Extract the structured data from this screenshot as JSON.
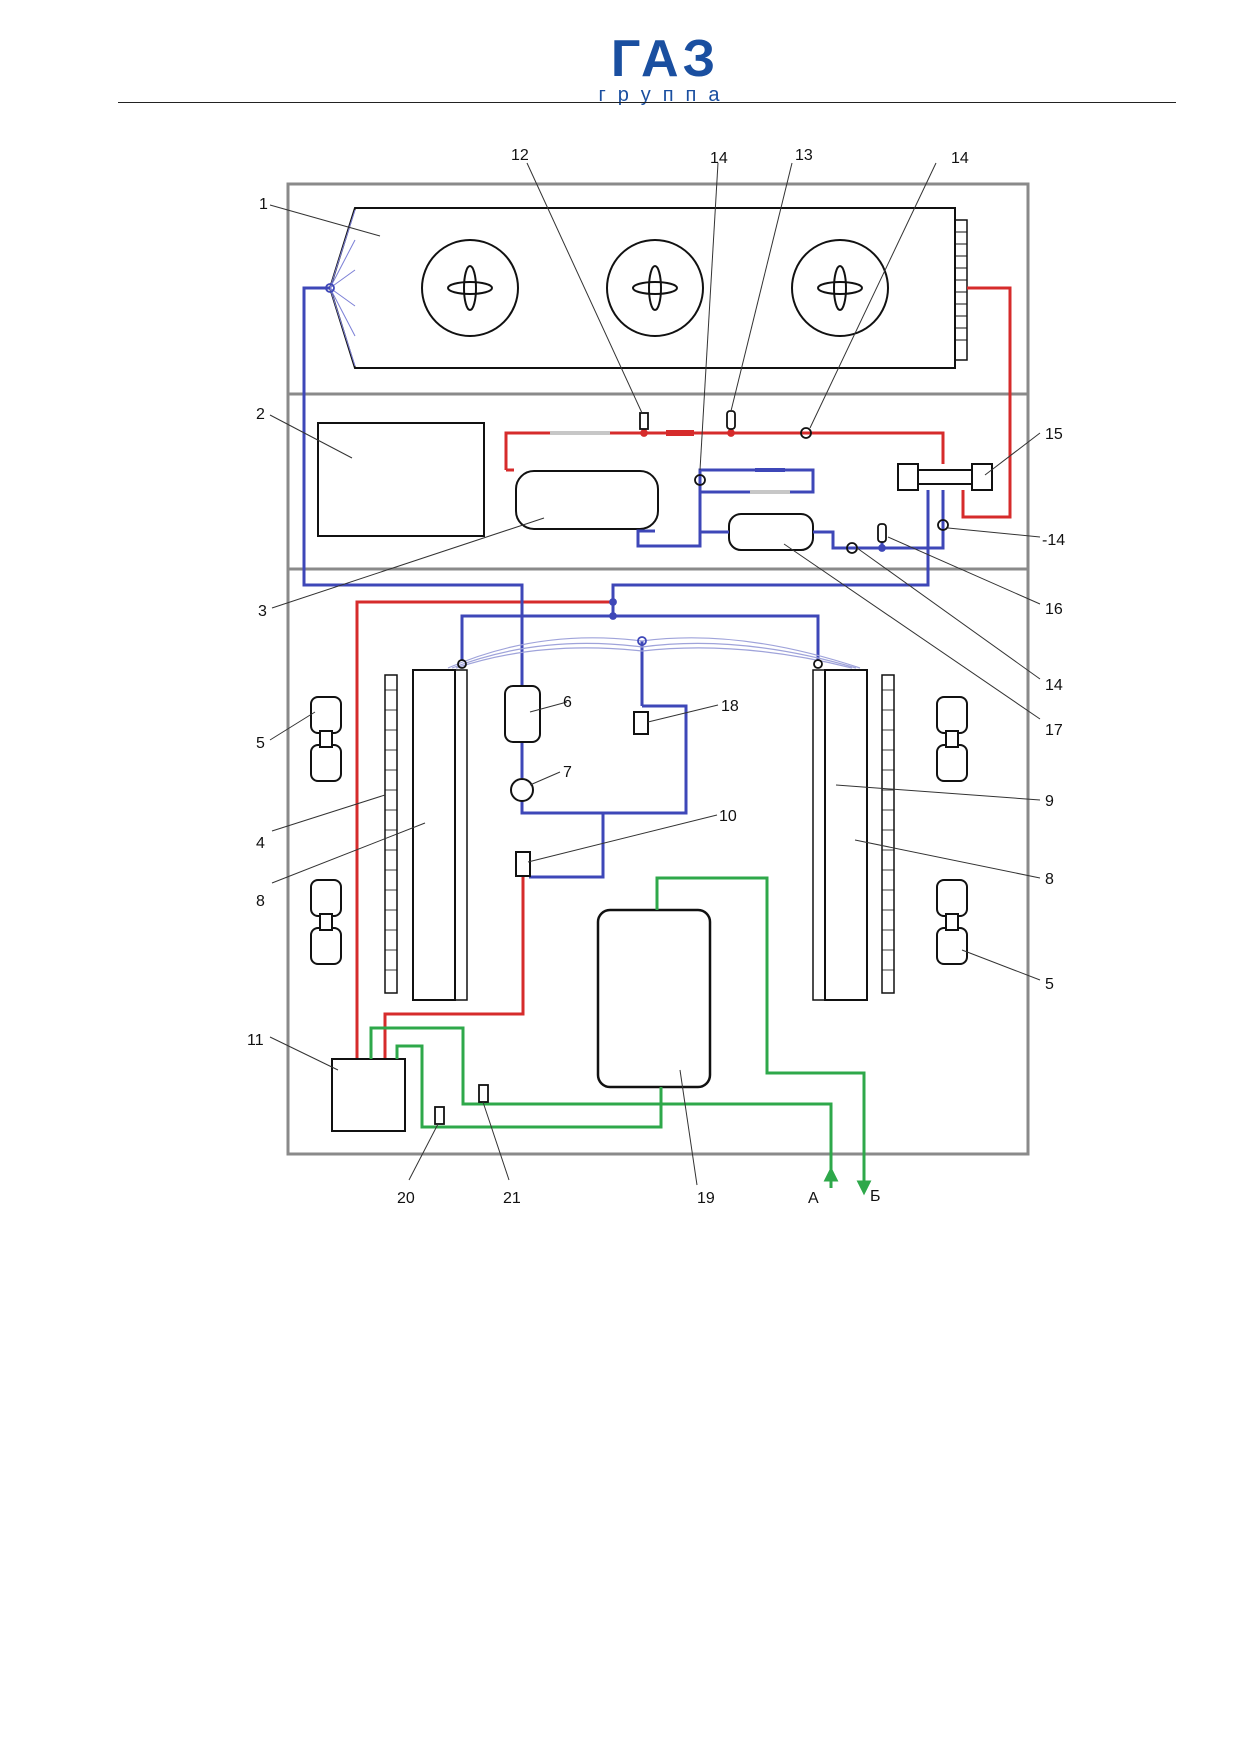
{
  "logo": {
    "mark": "ГАЗ",
    "subtitle": "группа"
  },
  "colors": {
    "refrigerant_hot": "#d62b2b",
    "refrigerant_cold": "#3e47b8",
    "coolant": "#2ea84a",
    "frame": "#8a8a8a",
    "outline": "#111111",
    "brand": "#1a4fa0"
  },
  "callouts": [
    {
      "id": "c1",
      "text": "1"
    },
    {
      "id": "c2",
      "text": "2"
    },
    {
      "id": "c3",
      "text": "3"
    },
    {
      "id": "c4",
      "text": "4"
    },
    {
      "id": "c5a",
      "text": "5"
    },
    {
      "id": "c5b",
      "text": "5"
    },
    {
      "id": "c6",
      "text": "6"
    },
    {
      "id": "c7",
      "text": "7"
    },
    {
      "id": "c8a",
      "text": "8"
    },
    {
      "id": "c8b",
      "text": "8"
    },
    {
      "id": "c9",
      "text": "9"
    },
    {
      "id": "c10",
      "text": "10"
    },
    {
      "id": "c11",
      "text": "11"
    },
    {
      "id": "c12",
      "text": "12"
    },
    {
      "id": "c13",
      "text": "13"
    },
    {
      "id": "c14a",
      "text": "14"
    },
    {
      "id": "c14b",
      "text": "14"
    },
    {
      "id": "c14c",
      "text": "-14"
    },
    {
      "id": "c14d",
      "text": "14"
    },
    {
      "id": "c15",
      "text": "15"
    },
    {
      "id": "c16",
      "text": "16"
    },
    {
      "id": "c17",
      "text": "17"
    },
    {
      "id": "c18",
      "text": "18"
    },
    {
      "id": "c19",
      "text": "19"
    },
    {
      "id": "c20",
      "text": "20"
    },
    {
      "id": "c21",
      "text": "21"
    },
    {
      "id": "cA",
      "text": "А"
    },
    {
      "id": "cB",
      "text": "Б"
    }
  ]
}
